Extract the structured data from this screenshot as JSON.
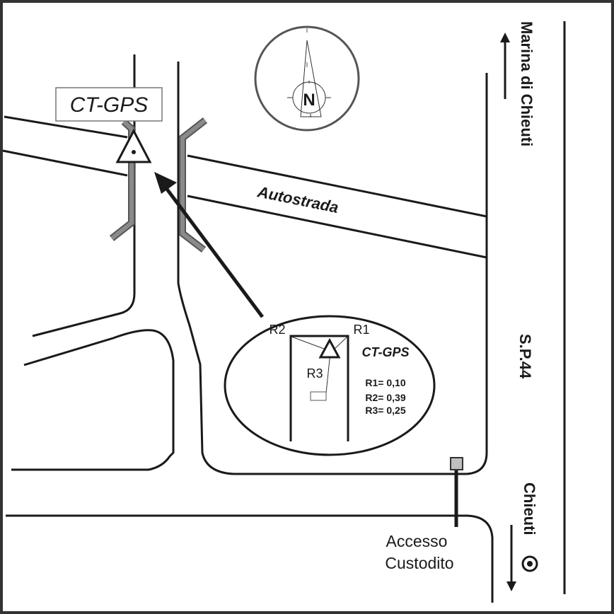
{
  "map": {
    "title_box_label": "CT-GPS",
    "compass": {
      "letter": "N"
    },
    "road_labels": {
      "highway": "Autostrada",
      "provincial_road": "S.P.44"
    },
    "directions": {
      "north": "Marina di Chieuti",
      "south": "Chieuti"
    },
    "access_label_line1": "Accesso",
    "access_label_line2": "Custodito",
    "inset": {
      "station_label": "CT-GPS",
      "reference_points": [
        "R1",
        "R2",
        "R3"
      ],
      "measurements": [
        {
          "label": "R1= 0,10"
        },
        {
          "label": "R2= 0,39"
        },
        {
          "label": "R3= 0,25"
        }
      ]
    },
    "colors": {
      "line": "#1a1a1a",
      "rail": "#7f7f7f",
      "compass": "#555555",
      "gate": "#c0c0c0"
    }
  }
}
